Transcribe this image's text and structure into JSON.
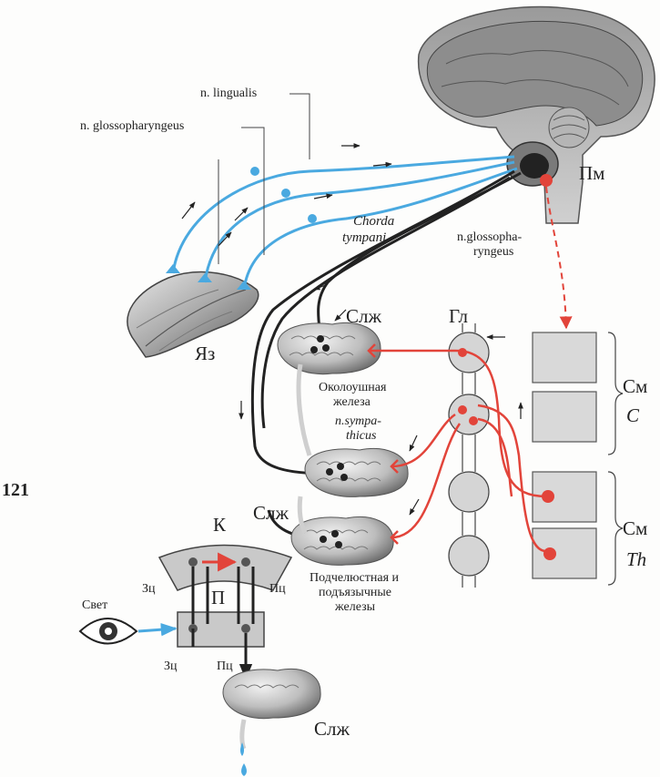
{
  "figure_number": "121",
  "labels": {
    "n_lingualis": "n. lingualis",
    "n_glossopharyngeus": "n. glossopharyngeus",
    "chorda": "Chorda",
    "tympani": "tympani",
    "n_glossopharyngeus_2_line1": "n.glossopha-",
    "n_glossopharyngeus_2_line2": "ryngeus",
    "pm": "Пм",
    "yaz": "Яз",
    "slzh_top": "Слж",
    "gl": "Гл",
    "parotid_line1": "Околоушная",
    "parotid_line2": "железа",
    "sympathicus_line1": "n.sympa-",
    "sympathicus_line2": "thicus",
    "sm_c": "См",
    "c": "C",
    "sm_th": "См",
    "th": "Th",
    "slzh_mid": "Слж",
    "k": "К",
    "submandibular_line1": "Подчелюстная и",
    "submandibular_line2": "подъязычные",
    "submandibular_line3": "железы",
    "zc_left": "Зц",
    "pc_right": "Пц",
    "p": "П",
    "svet": "Свет",
    "zc_bottom": "Зц",
    "pc_bottom": "Пц",
    "slzh_bottom": "Слж"
  },
  "colors": {
    "afferent": "#4aa9e0",
    "efferent": "#222222",
    "sympathetic": "#e2443a",
    "tissue": "#cfcfcf",
    "tissue_dark": "#8a8a8a"
  }
}
